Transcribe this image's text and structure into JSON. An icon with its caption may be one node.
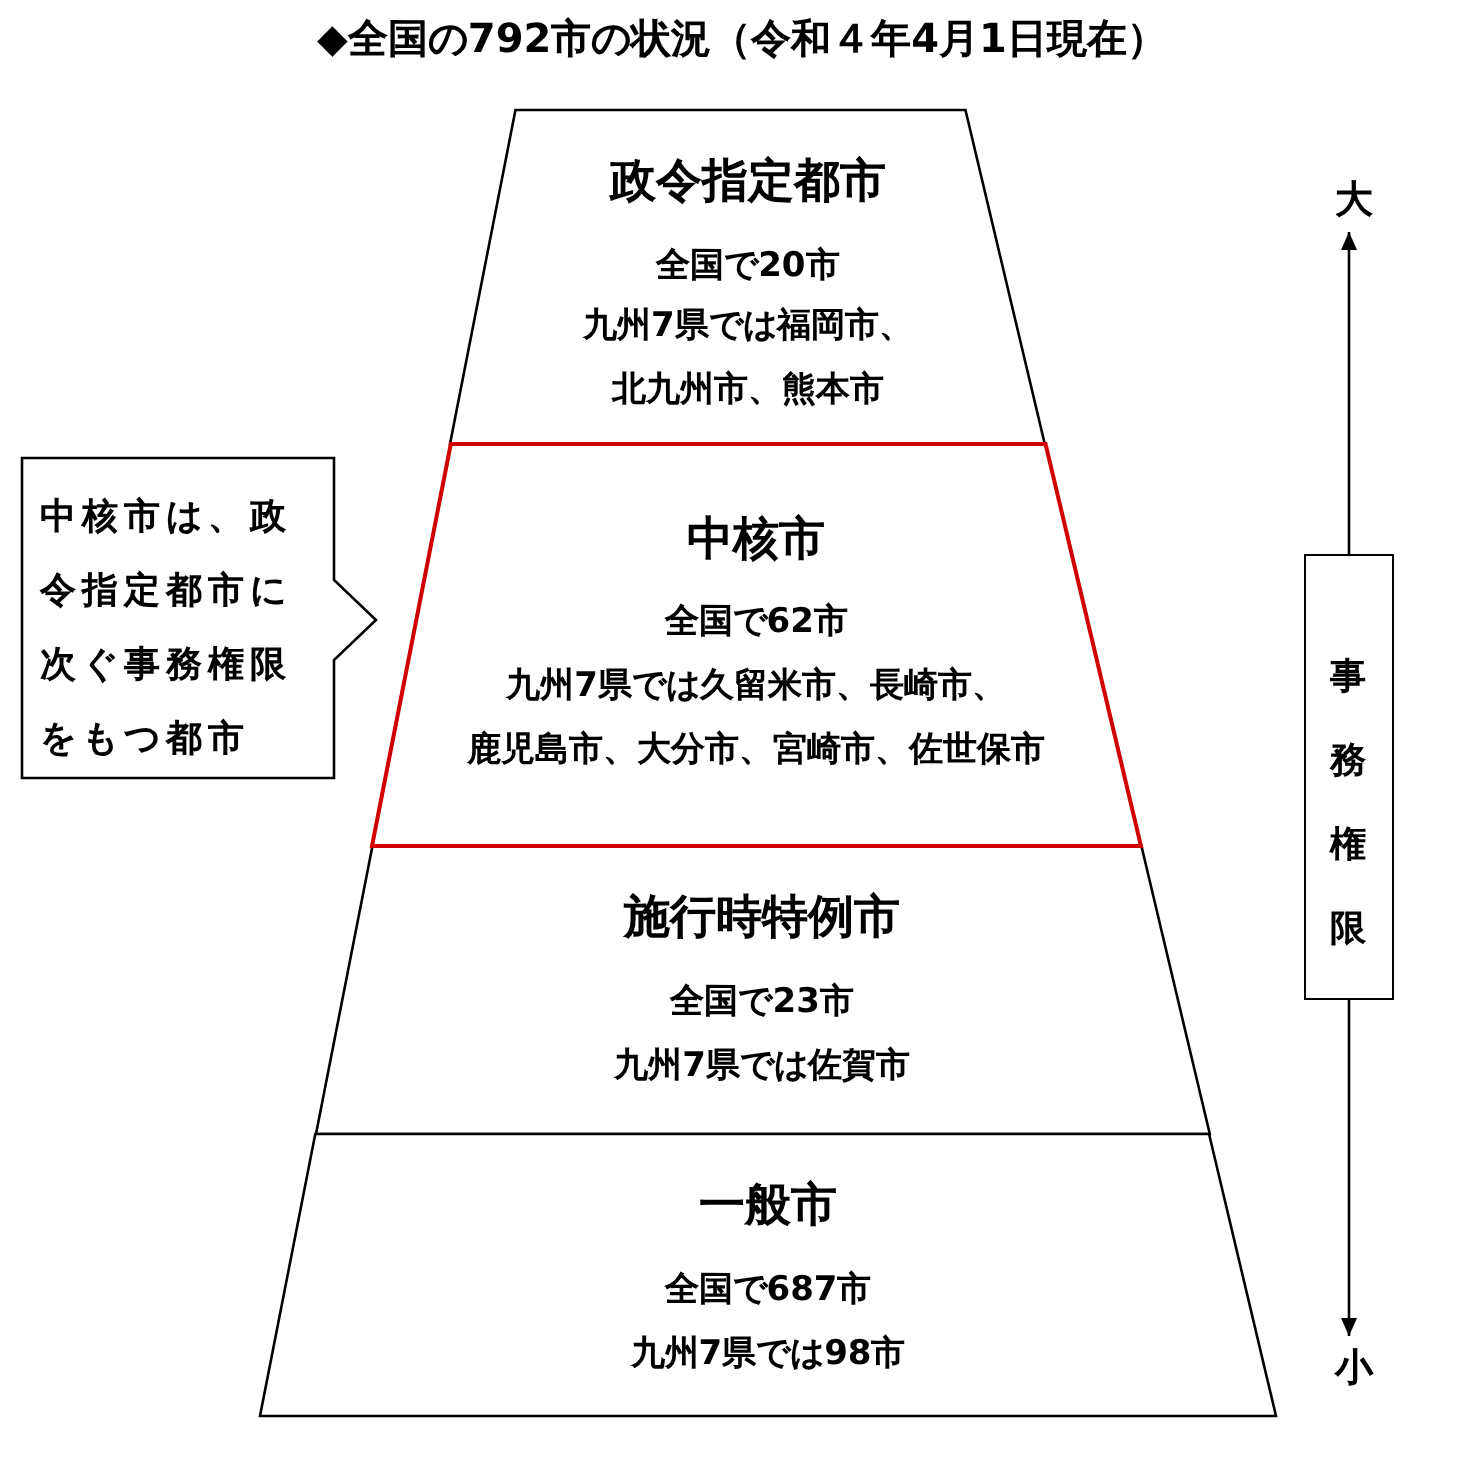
{
  "diagram": {
    "title": "◆全国の792市の状況（令和４年4月1日現在）",
    "nodes": [
      {
        "text": [
          "政令指定都市",
          "全国で20市",
          "九州7県では福岡市、北九州市、熊本市"
        ]
      },
      {
        "text": [
          "中核市",
          "全国で62市",
          "九州7県では久留米市、長崎市、鹿児島市、大分市、宮崎市、佐世保市"
        ]
      },
      {
        "text": [
          "施行時特例市",
          "全国で23市",
          "九州7県では佐賀市"
        ]
      },
      {
        "text": [
          "一般市",
          "全国で687市",
          "九州7県では98市"
        ]
      },
      {
        "text": [
          "中核市は、政令指定都市に次ぐ事務権限をもつ都市"
        ]
      },
      {
        "text": [
          "事務権限"
        ]
      },
      {
        "text": [
          "大"
        ]
      },
      {
        "text": [
          "小"
        ]
      }
    ],
    "edges": [
      {
        "from": 5,
        "to": 6,
        "arrow": "to"
      },
      {
        "from": 5,
        "to": 7,
        "arrow": "to"
      }
    ]
  }
}
